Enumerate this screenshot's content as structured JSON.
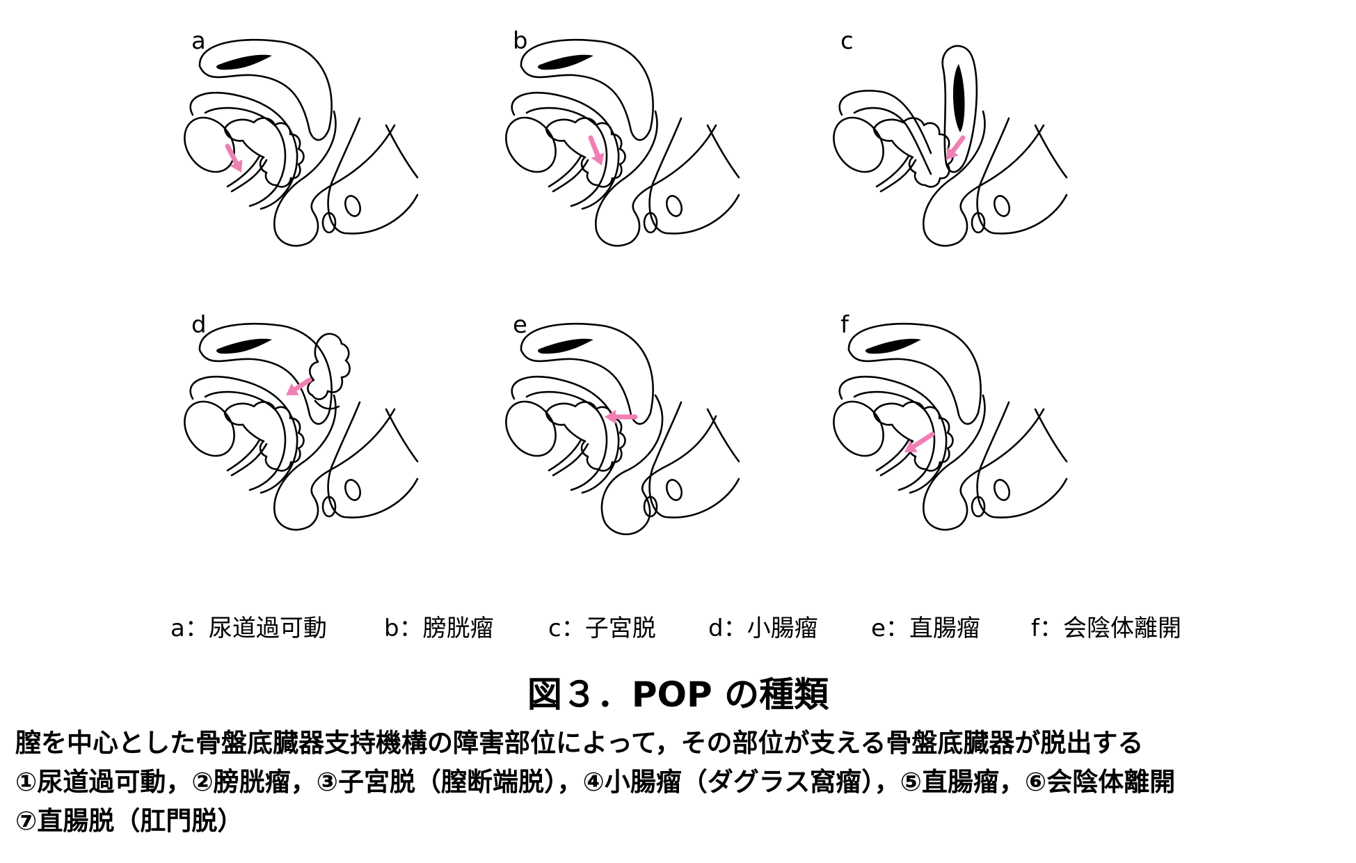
{
  "panels": [
    {
      "letter": "a"
    },
    {
      "letter": "b"
    },
    {
      "letter": "c"
    },
    {
      "letter": "d"
    },
    {
      "letter": "e"
    },
    {
      "letter": "f"
    }
  ],
  "legend": [
    {
      "text": "a：尿道過可動"
    },
    {
      "text": "b：膀胱瘤"
    },
    {
      "text": "c：子宮脱"
    },
    {
      "text": "d：小腸瘤"
    },
    {
      "text": "e：直腸瘤"
    },
    {
      "text": "f：会陰体離開"
    }
  ],
  "figure": {
    "title": "図３．POP の種類",
    "caption": [
      "膣を中心とした骨盤底臓器支持機構の障害部位によって，その部位が支える骨盤底臓器が脱出する",
      "①尿道過可動，②膀胱瘤，③子宮脱（膣断端脱），④小腸瘤（ダグラス窩瘤），⑤直腸瘤，⑥会陰体離開",
      "⑦直腸脱（肛門脱）"
    ]
  },
  "colors": {
    "line": "#000000",
    "arrow": "#f080b4",
    "background": "#ffffff"
  }
}
